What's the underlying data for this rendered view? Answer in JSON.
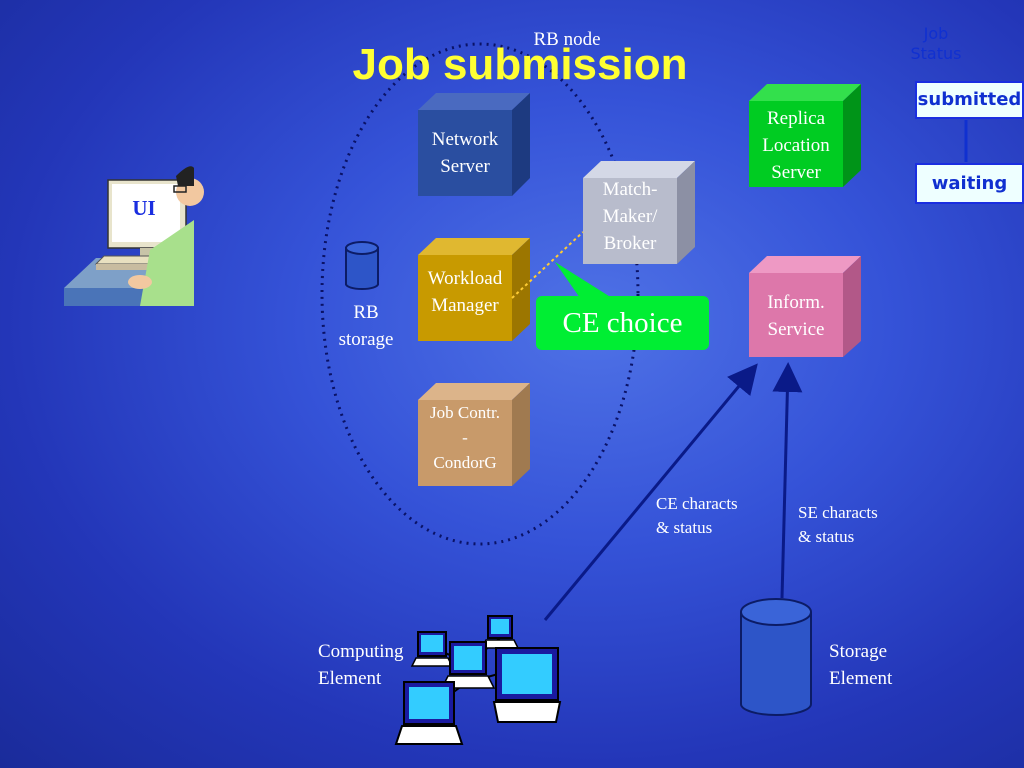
{
  "title": "Job submission",
  "rb_node_label": "RB node",
  "ui_label": "UI",
  "components": {
    "network_server": [
      "Network",
      "Server"
    ],
    "workload_manager": [
      "Workload",
      "Manager"
    ],
    "job_controller": [
      "Job Contr.",
      "-",
      "CondorG"
    ],
    "matchmaker": [
      "Match-",
      "Maker/",
      "Broker"
    ],
    "replica_location": [
      "Replica",
      "Location",
      "Server"
    ],
    "inform_service": [
      "Inform.",
      "Service"
    ]
  },
  "rb_storage": [
    "RB",
    "storage"
  ],
  "ce_choice": "CE choice",
  "ce_characts": [
    "CE characts",
    "& status"
  ],
  "se_characts": [
    "SE characts",
    "& status"
  ],
  "computing_element": [
    "Computing",
    "Element"
  ],
  "storage_element": [
    "Storage",
    "Element"
  ],
  "job_status": {
    "heading": [
      "Job",
      "Status"
    ],
    "states": [
      "submitted",
      "waiting"
    ]
  },
  "colors": {
    "network_server": "#2a4ea0",
    "workload_manager": "#c89a00",
    "job_controller": "#c89a6a",
    "matchmaker": "#b8bccc",
    "replica_location": "#00cc22",
    "inform_service": "#dd77aa",
    "title": "#ffff33",
    "ce_choice": "#00ee33"
  }
}
